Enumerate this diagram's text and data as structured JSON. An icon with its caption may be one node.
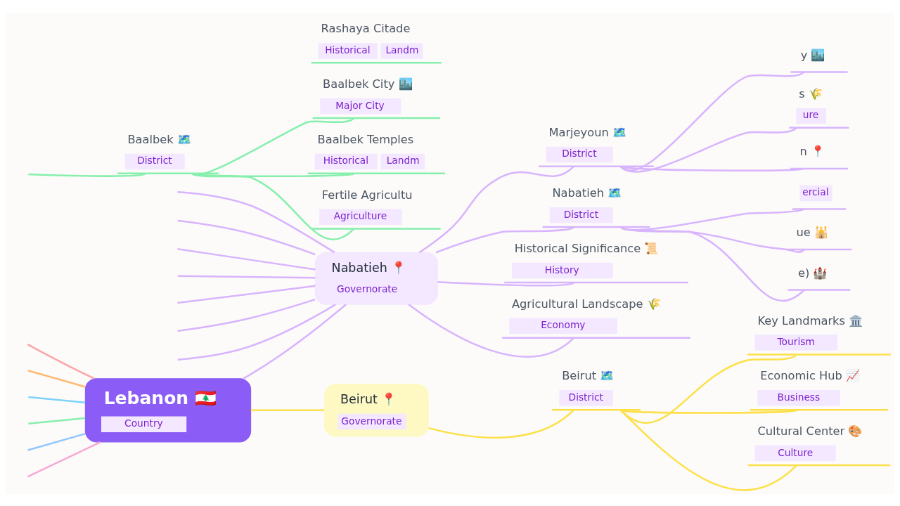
{
  "diagram": {
    "nodes": [
      {
        "text": [
          "Lebanon 🇱🇧",
          "Country"
        ]
      },
      {
        "text": [
          "Nabatieh 📍",
          "Governorate"
        ]
      },
      {
        "text": [
          "Beirut 📍",
          "Governorate"
        ]
      },
      {
        "text": [
          "Marjeyoun 🗺️",
          "District"
        ]
      },
      {
        "text": [
          "Nabatieh 🗺️",
          "District"
        ]
      },
      {
        "text": [
          "Historical Significance 📜",
          "History"
        ]
      },
      {
        "text": [
          "Agricultural Landscape 🌾",
          "Economy"
        ]
      },
      {
        "text": [
          "y 🏙️"
        ]
      },
      {
        "text": [
          "s 🌾",
          "ure"
        ]
      },
      {
        "text": [
          "n 📍"
        ]
      },
      {
        "text": [
          "ercial"
        ]
      },
      {
        "text": [
          "ue 🕌"
        ]
      },
      {
        "text": [
          "e) 🏰"
        ]
      },
      {
        "text": [
          "Beirut 🗺️",
          "District"
        ]
      },
      {
        "text": [
          "Key Landmarks 🏛️",
          "Tourism"
        ]
      },
      {
        "text": [
          "Economic Hub 📈",
          "Business"
        ]
      },
      {
        "text": [
          "Cultural Center 🎨",
          "Culture"
        ]
      },
      {
        "text": [
          "Baalbek 🗺️",
          "District"
        ]
      },
      {
        "text": [
          "Baalbek City 🏙️",
          "Major City"
        ]
      },
      {
        "text": [
          "Baalbek Temples",
          "Historical",
          "Landm"
        ]
      },
      {
        "text": [
          "Fertile Agricultu",
          "Agriculture"
        ]
      },
      {
        "text": [
          "Rashaya Citade",
          "Historical",
          "Landm"
        ]
      }
    ],
    "edges": [
      {
        "from": 0,
        "to": 1,
        "arrow": "none",
        "color": "#d8b4fe"
      },
      {
        "from": 0,
        "to": 2,
        "arrow": "none",
        "color": "#fde047"
      },
      {
        "from": null,
        "to": 0,
        "arrow": "none",
        "color": "#f9a8d4"
      },
      {
        "from": null,
        "to": 0,
        "arrow": "none",
        "color": "#fca5a5"
      },
      {
        "from": null,
        "to": 0,
        "arrow": "none",
        "color": "#fdba74"
      },
      {
        "from": null,
        "to": 0,
        "arrow": "none",
        "color": "#93c5fd"
      },
      {
        "from": null,
        "to": 0,
        "arrow": "none",
        "color": "#7dd3fc"
      },
      {
        "from": null,
        "to": 0,
        "arrow": "none",
        "color": "#86efac"
      },
      {
        "from": null,
        "to": 1,
        "arrow": "none",
        "color": "#d8b4fe"
      },
      {
        "from": null,
        "to": 1,
        "arrow": "none",
        "color": "#d8b4fe"
      },
      {
        "from": null,
        "to": 1,
        "arrow": "none",
        "color": "#d8b4fe"
      },
      {
        "from": 1,
        "to": 3,
        "arrow": "none",
        "color": "#d8b4fe"
      },
      {
        "from": 1,
        "to": 4,
        "arrow": "none",
        "color": "#d8b4fe"
      },
      {
        "from": 1,
        "to": 5,
        "arrow": "none",
        "color": "#d8b4fe"
      },
      {
        "from": 1,
        "to": 6,
        "arrow": "none",
        "color": "#d8b4fe"
      },
      {
        "from": null,
        "to": 1,
        "arrow": "none",
        "color": "#d8b4fe"
      },
      {
        "from": null,
        "to": 1,
        "arrow": "none",
        "color": "#d8b4fe"
      },
      {
        "from": null,
        "to": 1,
        "arrow": "none",
        "color": "#d8b4fe"
      },
      {
        "from": null,
        "to": 1,
        "arrow": "none",
        "color": "#d8b4fe"
      },
      {
        "from": 3,
        "to": 7,
        "arrow": "none",
        "color": "#d8b4fe"
      },
      {
        "from": 3,
        "to": 8,
        "arrow": "none",
        "color": "#d8b4fe"
      },
      {
        "from": 3,
        "to": 9,
        "arrow": "none",
        "color": "#d8b4fe"
      },
      {
        "from": 4,
        "to": 10,
        "arrow": "none",
        "color": "#d8b4fe"
      },
      {
        "from": 4,
        "to": 11,
        "arrow": "none",
        "color": "#d8b4fe"
      },
      {
        "from": 4,
        "to": 12,
        "arrow": "none",
        "color": "#d8b4fe"
      },
      {
        "from": 2,
        "to": 13,
        "arrow": "none",
        "color": "#fde047"
      },
      {
        "from": 13,
        "to": 14,
        "arrow": "none",
        "color": "#fde047"
      },
      {
        "from": 13,
        "to": 15,
        "arrow": "none",
        "color": "#fde047"
      },
      {
        "from": 13,
        "to": 16,
        "arrow": "none",
        "color": "#fde047"
      },
      {
        "from": null,
        "to": 17,
        "arrow": "none",
        "color": "#86efac"
      },
      {
        "from": 17,
        "to": 18,
        "arrow": "none",
        "color": "#86efac"
      },
      {
        "from": 17,
        "to": 19,
        "arrow": "none",
        "color": "#86efac"
      },
      {
        "from": 17,
        "to": 20,
        "arrow": "none",
        "color": "#86efac"
      }
    ]
  }
}
